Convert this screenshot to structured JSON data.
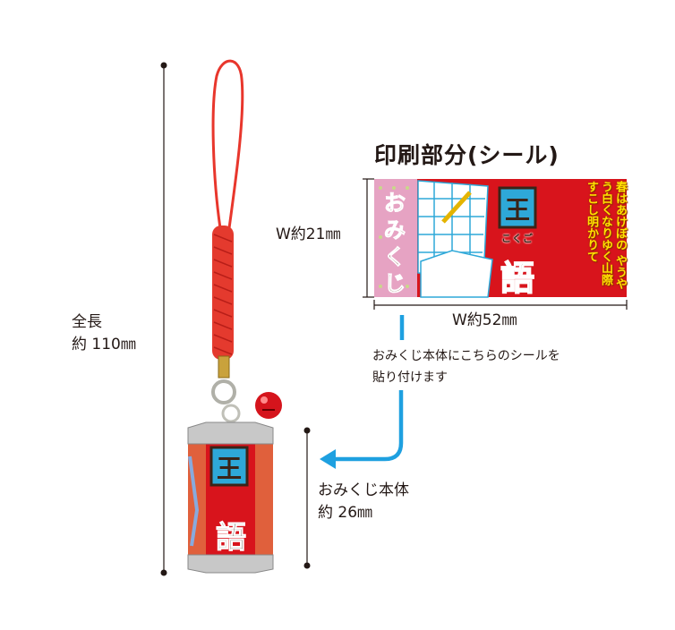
{
  "title": "印刷部分(シール)",
  "total_length": {
    "label": "全長",
    "value": "約 110㎜"
  },
  "sticker": {
    "height_label": "W約21㎜",
    "width_label": "W約52㎜",
    "art_text": {
      "omikuji": "おみくじ",
      "subject": "国語",
      "reading": "こくご",
      "poem": "春はあけぼの やうやう白くなりゆく山際すこし明かりて"
    }
  },
  "instruction": {
    "line1": "おみくじ本体にこちらのシールを",
    "line2": "貼り付けます"
  },
  "body": {
    "label": "おみくじ本体",
    "value": "約 26㎜"
  },
  "colors": {
    "arrow": "#1ea0e0",
    "sticker_red": "#d8141c",
    "sticker_pink": "#e6a3c3",
    "cord": "#e8362c"
  }
}
